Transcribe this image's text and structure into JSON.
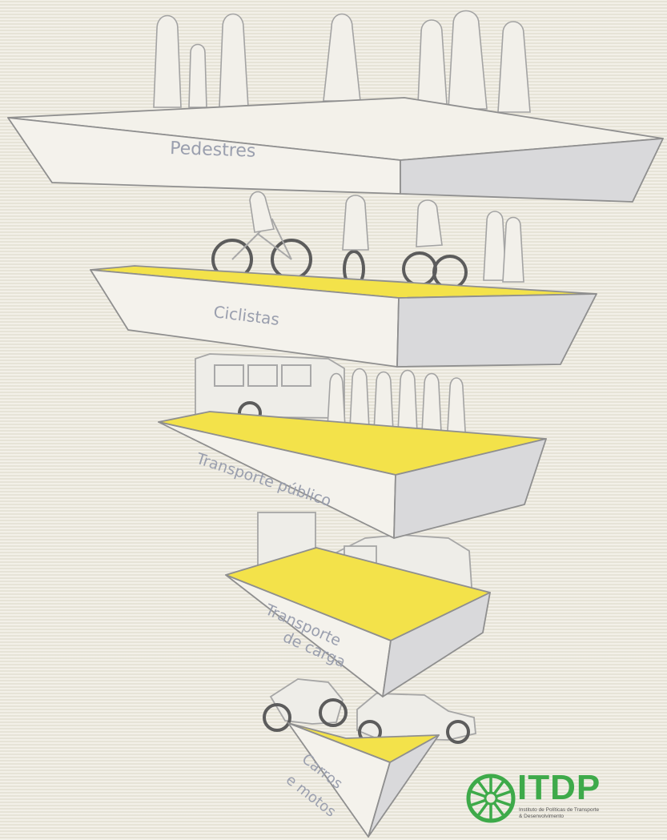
{
  "tiers": [
    {
      "label": "Pedestres"
    },
    {
      "label": "Ciclistas"
    },
    {
      "label": "Transporte público"
    },
    {
      "label_line1": "Transporte",
      "label_line2": "de carga"
    },
    {
      "label_line1": "Carros",
      "label_line2": "e motos"
    }
  ],
  "logo": {
    "name": "ITDP",
    "subtitle_line1": "Instituto de Políticas de Transporte",
    "subtitle_line2": "& Desenvolvimento"
  },
  "colors": {
    "accent_yellow": "#f3e24a",
    "logo_green": "#3eaa4a",
    "background": "#ece8dc"
  }
}
